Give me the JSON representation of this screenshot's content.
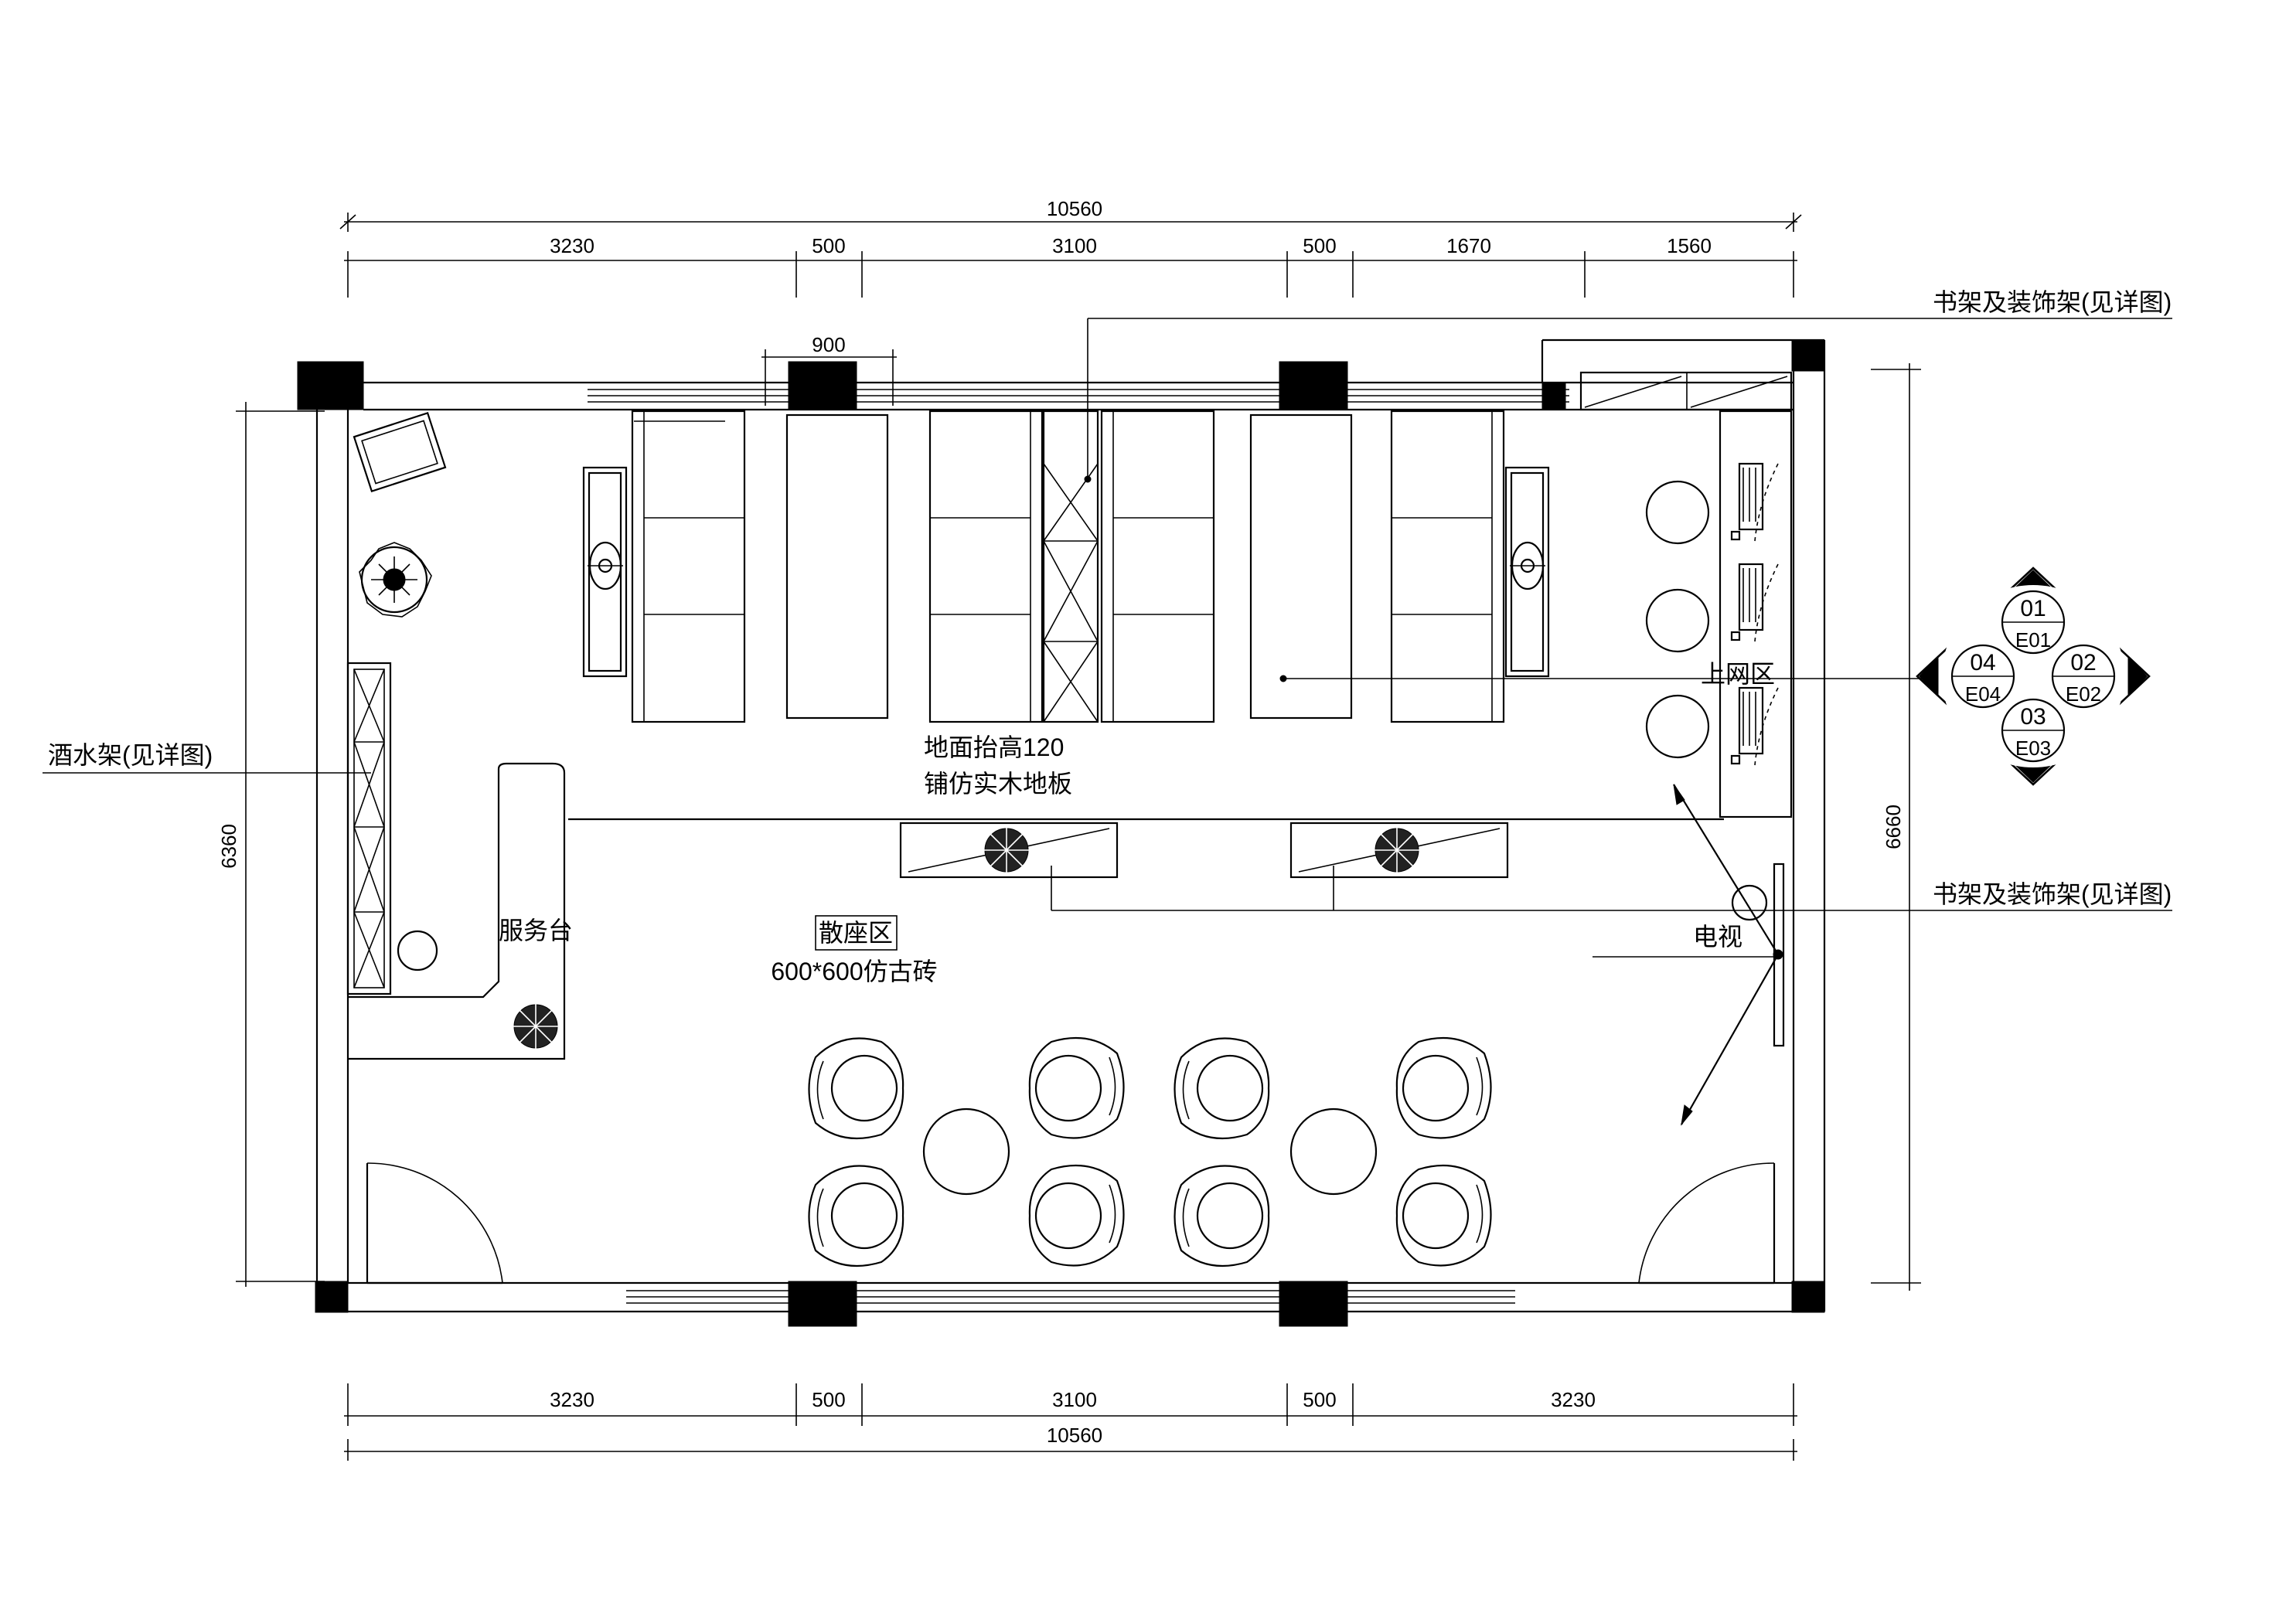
{
  "dimensions": {
    "top_total": "10560",
    "top_segments": [
      "3230",
      "500",
      "3100",
      "500",
      "1670",
      "1560"
    ],
    "top_shelf_width": "900",
    "bottom_segments": [
      "3230",
      "500",
      "3100",
      "500",
      "3230"
    ],
    "bottom_total": "10560",
    "left_height": "6360",
    "right_height": "6660"
  },
  "labels": {
    "bookshelf_top": "书架及装饰架(见详图)",
    "bookshelf_mid": "书架及装饰架(见详图)",
    "wine_rack": "酒水架(见详图)",
    "raised_floor_line1": "地面抬高120",
    "raised_floor_line2": "铺仿实木地板",
    "internet_area": "上网区",
    "service_desk": "服务台",
    "lounge_area": "散座区",
    "lounge_tile": "600*600仿古砖",
    "tv": "电视"
  },
  "elevation_index": {
    "north": "01",
    "north_sub": "E01",
    "east": "02",
    "east_sub": "E02",
    "south": "03",
    "south_sub": "E03",
    "west": "04",
    "west_sub": "E04"
  }
}
